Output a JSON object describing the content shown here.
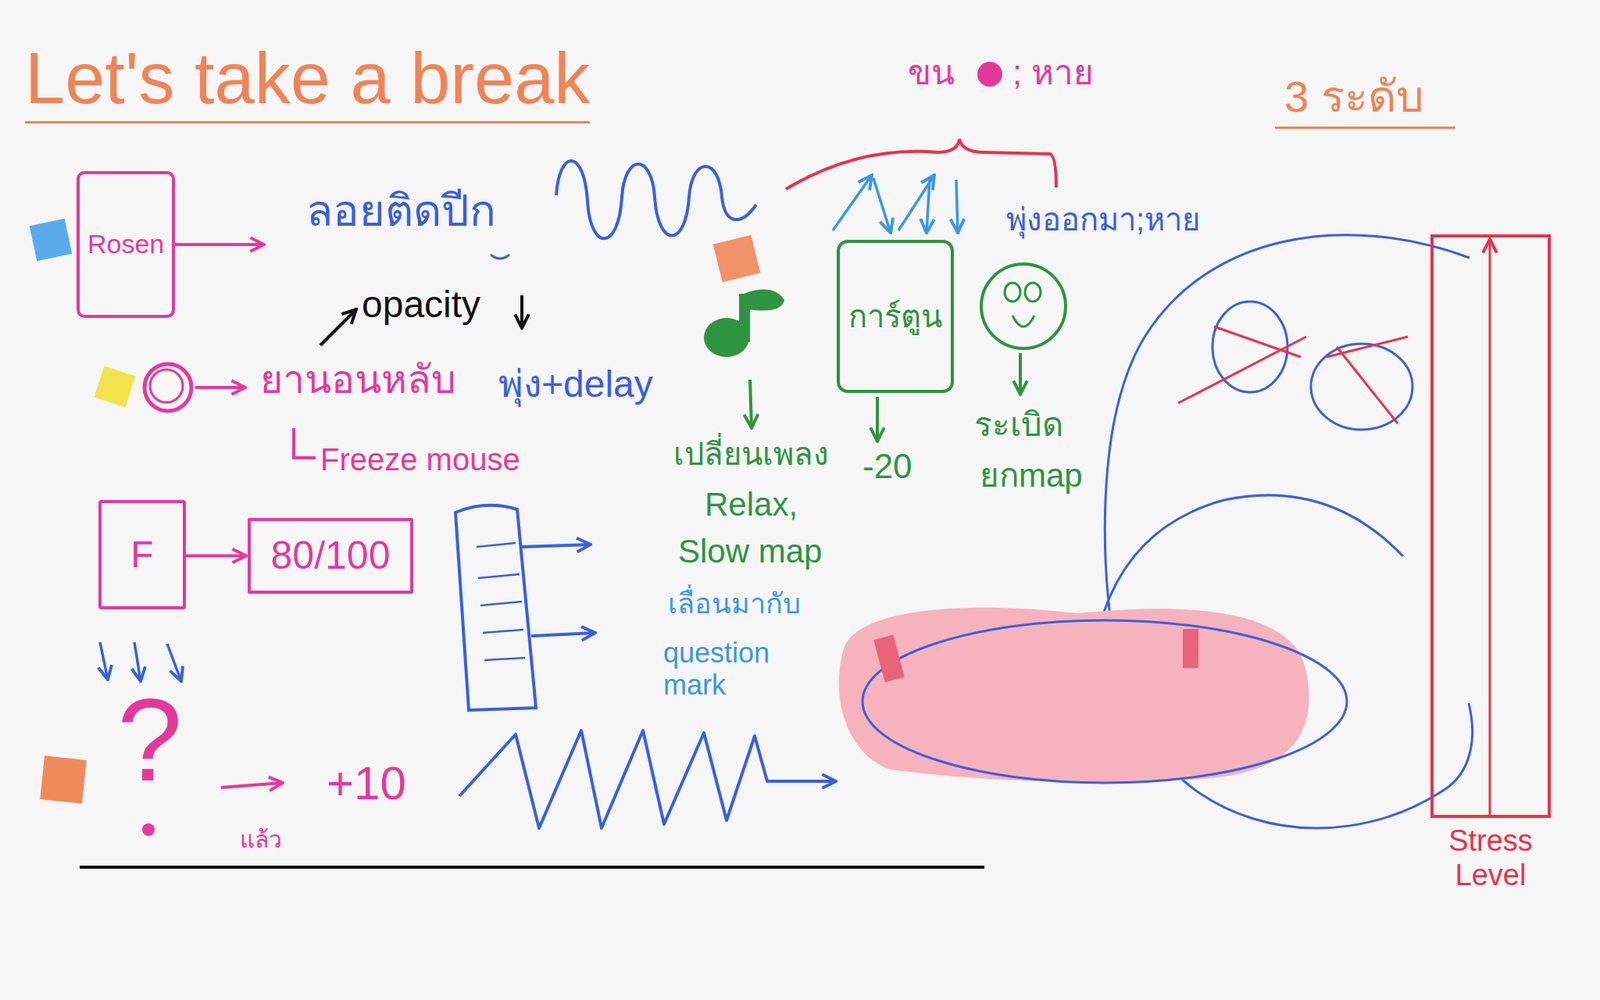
{
  "diagram": {
    "title": "Let's take a break",
    "nodes": [
      {
        "text": [
          "Rosen"
        ]
      },
      {
        "text": [
          "การ์ตูน"
        ]
      },
      {
        "text": [
          "Stress Level"
        ]
      },
      {
        "text": [
          "F"
        ]
      },
      {
        "text": [
          "80/100"
        ]
      }
    ],
    "edges": [
      {
        "from": 3,
        "to": 4,
        "arrow": "to"
      }
    ],
    "labels": [
      "ขน",
      "; หาย",
      "3 ระดับ",
      "ลอยติดปีก",
      "opacity",
      "ยานอนหลับ",
      "พุ่ง+delay",
      "Freeze mouse",
      "พุ่งออกมา;หาย",
      "เปลี่ยนเพลง",
      "Relax,",
      "Slow map",
      "เลื่อนมากับ",
      "question mark",
      "-20",
      "ระเบิด",
      "ยกmap",
      "?",
      "+10",
      "แล้ว"
    ]
  }
}
